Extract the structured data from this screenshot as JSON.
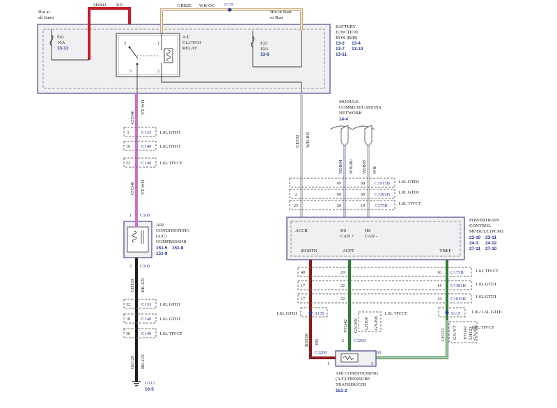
{
  "labels": {
    "hot_at_all_times_1": "Hot at",
    "hot_at_all_times_2": "all times",
    "hot_start_run_1": "Hot in Start",
    "hot_start_run_2": "or Run",
    "f41_name": "F41",
    "f41_amp": "10A",
    "f41_ref": "13-11",
    "f25_name": "F25",
    "f25_amp": "10A",
    "f25_ref": "13-6",
    "wire_sbb41": "SBB41",
    "wire_sbb41_color": "RD",
    "wire_cbb25": "CBB25",
    "wire_cbb25_color": "WH-OG",
    "splice_s119": "S119",
    "relay_1": "A/C",
    "relay_2": "CLUTCH",
    "relay_3": "RELAY",
    "relay_pin3": "3",
    "relay_pin1": "1",
    "relay_pin5": "5",
    "relay_pin2": "2",
    "bjb_1": "BATTERY",
    "bjb_2": "JUNCTION",
    "bjb_3": "BOX (BJB)",
    "bjb_ref1a": "13-2",
    "bjb_ref1b": "13-4",
    "bjb_ref2a": "13-7",
    "bjb_ref2b": "13-10",
    "bjb_ref3": "13-11",
    "ch340_1": "CH340",
    "ch340_1_color": "VT-WH",
    "c133_pin": "3",
    "c133": "C133",
    "c133_note": "1.0L GTDI",
    "c140a_pin": "16",
    "c140a": "C140",
    "c140a_note": "1.6L GTDI",
    "c140b_pin": "22",
    "c140b": "C140",
    "c140b_note": "1.6L TIVCT",
    "ch340_2": "CH340",
    "ch340_2_color": "VT-WH",
    "c100_pin1": "1",
    "c100_a": "C100",
    "comp_1": "AIR",
    "comp_2": "CONDITIONING",
    "comp_3": "(A/C)",
    "comp_4": "COMPRESSOR",
    "comp_ref1a": "151-5",
    "comp_ref1b": "151-8",
    "comp_ref2": "151-9",
    "c100_pin2": "2",
    "c100_b": "C100",
    "gd120_1": "GD120",
    "gd120_1_color": "BK-GN",
    "c133b_pin": "32",
    "c133b": "C133",
    "c133b_note": "1.0L GTDI",
    "c140c_pin": "18",
    "c140c": "C140",
    "c140c_note": "1.6L GTDI",
    "c140d_pin": "30",
    "c140d": "C140",
    "c140d_note": "1.6L TIVCT",
    "gd120_2": "GD120",
    "gd120_2_color": "BK-GN",
    "g112": "G112",
    "g112_ref": "10-5",
    "mcn_1": "MODULE",
    "mcn_2": "COMMUNICATIONS",
    "mcn_3": "NETWORK",
    "mcn_ref": "14-4",
    "cl502": "CE502",
    "cl502_color": "WH-BN",
    "vdb04": "VDB04",
    "vdb04_color": "WH-BU",
    "vdb05": "VDB05",
    "vdb05_color": "WH",
    "c1915b_pins": [
      "69",
      "68"
    ],
    "c1915b": "C1915B",
    "c1915b_note": "1.6L GTDI",
    "c1381b_pins": [
      "2",
      "69",
      "68"
    ],
    "c1381b": "C1381B",
    "c1381b_note": "1.0L GTDI",
    "c175b_pins": [
      "25",
      "20",
      "19"
    ],
    "c175b": "C175B",
    "c175b_note": "1.6L TIVCT",
    "pcm_1": "POWERTRAIN",
    "pcm_2": "CONTROL",
    "pcm_3": "MODULE (PCM)",
    "pcm_ref1a": "23-10",
    "pcm_ref1b": "23-11",
    "pcm_ref2a": "24-3",
    "pcm_ref2b": "24-12",
    "pcm_ref3a": "27-11",
    "pcm_ref3b": "27-10",
    "pcm_accr": "ACCR",
    "pcm_hscanp_1": "HS",
    "pcm_hscanp_2": "CAN +",
    "pcm_hscanm_1": "HS",
    "pcm_hscanm_2": "CAN -",
    "pcm_sigrtn": "SIGRTN",
    "pcm_acpt": "ACPT",
    "pcm_vref": "VREF",
    "c175b2_pins": [
      "40",
      "29",
      "16"
    ],
    "c175b2": "C175B",
    "c175b2_note": "1.6L TIVCT",
    "c1381b2_pins": [
      "17",
      "52",
      "14"
    ],
    "c1381b2": "C1381B",
    "c1381b2_note": "1.0L GTDI",
    "c1915b2_pins": [
      "17",
      "52",
      "14"
    ],
    "c1915b2": "C1915B",
    "c1915b2_note": "1.6L GTDI",
    "s135_note": "1.6L GTDI",
    "s135": "S135",
    "s115": "S115",
    "s115_note1": "1.0L/1.6L GTDI",
    "s115_note2": "1.6L TIVCT",
    "vh142_a": "VH142",
    "vh142_a_color": "GN-BN",
    "lh108": "LH108",
    "lh108_color": "GY-BN",
    "lh108_note": "1.6L TIVCT",
    "lh123": "LH123",
    "vh142_b": "VH142",
    "vh142_b_color": "GN-VT",
    "lh123_b": "LH123",
    "lh123_b_color": "GN-BN",
    "rh108": "RH108",
    "rh108_color": "BN",
    "c1260_pin2": "2",
    "c1260_a": "C1260",
    "c1260_b": "C1260",
    "c1260_c": "C1260",
    "c1260_pin1": "1",
    "c1260_pin3": "3",
    "trans_1": "AIR CONDITIONING",
    "trans_2": "(A/C) PRESSURE",
    "trans_3": "TRANSDUCER",
    "trans_ref": "151-2"
  },
  "colors": {
    "red_wire": "#c41e2a",
    "tan_wire": "#c7a878",
    "violet_wire": "#c873c8",
    "black_wire": "#1e1e1e",
    "green_wire": "#2e7d32",
    "dark_red_wire": "#8b1a1a",
    "blue_wire": "#7a86c8",
    "grey_wire": "#9a9a9a",
    "ref_blue": "#23318a"
  }
}
